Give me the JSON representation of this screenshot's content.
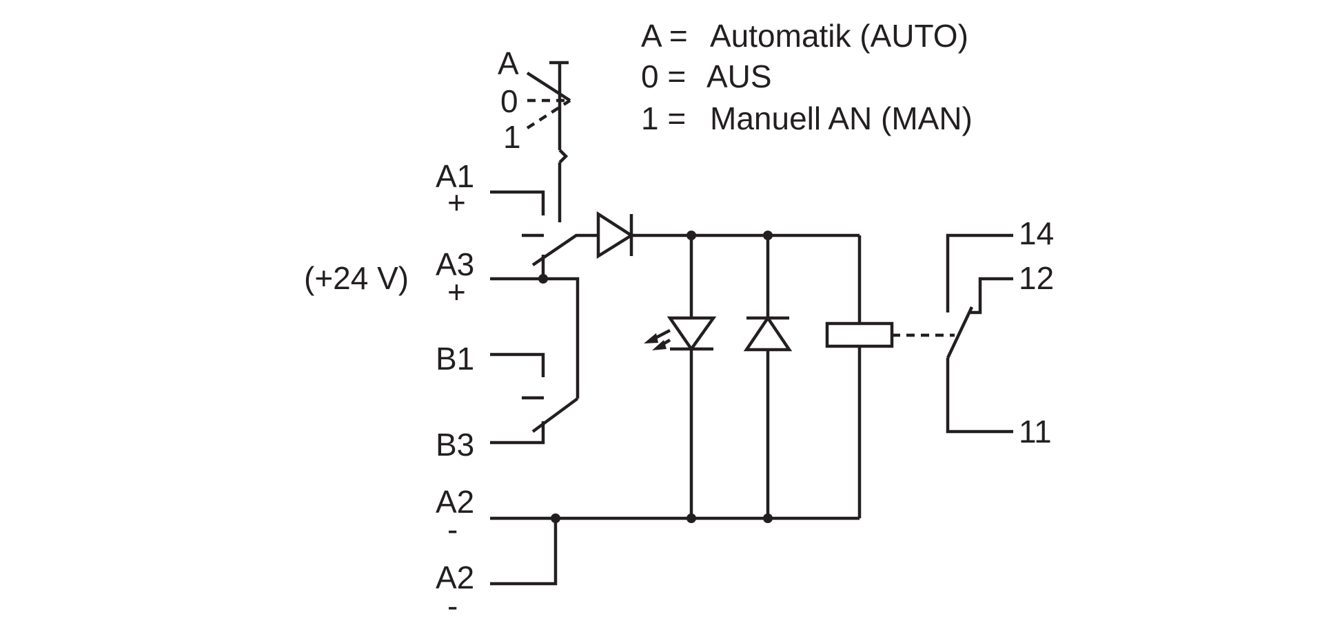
{
  "legend": [
    {
      "key": "A =",
      "text": "Automatik (AUTO)"
    },
    {
      "key": "0 =",
      "text": "AUS"
    },
    {
      "key": "1 =",
      "text": "Manuell AN (MAN)"
    }
  ],
  "switch_positions": {
    "auto": "A",
    "off": "0",
    "manual": "1"
  },
  "supply_note": "(+24 V)",
  "terminals": {
    "a1": {
      "label": "A1",
      "polarity": "+"
    },
    "a3": {
      "label": "A3",
      "polarity": "+"
    },
    "b1": {
      "label": "B1"
    },
    "b3": {
      "label": "B3"
    },
    "a2_top": {
      "label": "A2",
      "polarity": "-"
    },
    "a2_bottom": {
      "label": "A2",
      "polarity": "-"
    },
    "contact_14": "14",
    "contact_12": "12",
    "contact_11": "11"
  },
  "colors": {
    "line": "#231f20",
    "background": "#ffffff"
  }
}
